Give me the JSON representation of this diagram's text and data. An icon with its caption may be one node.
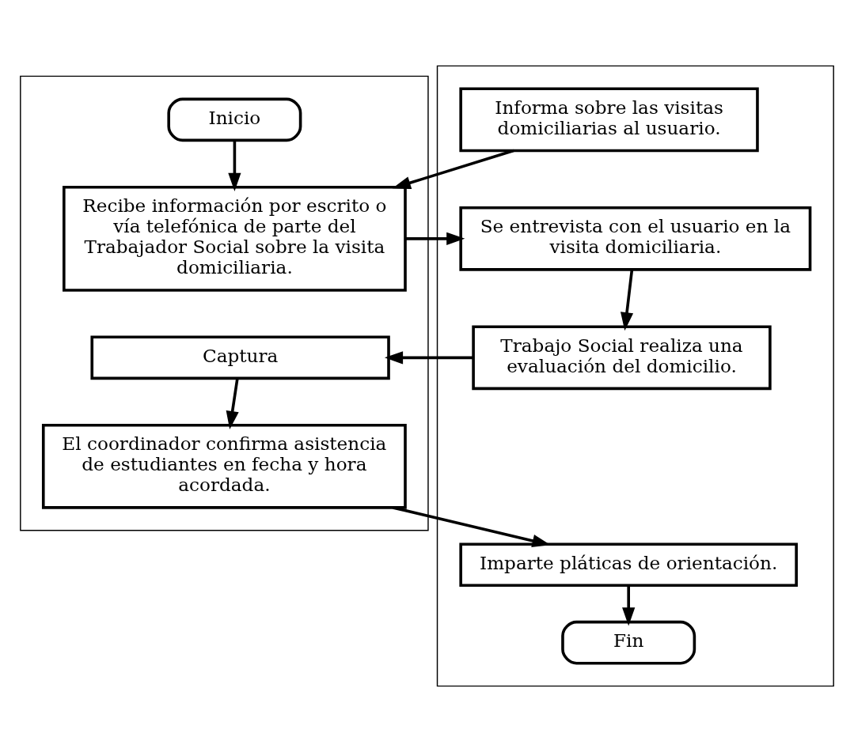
{
  "diagram": {
    "nodes": [
      {
        "text": [],
        "shape": "band"
      },
      {
        "text": [],
        "shape": "band"
      },
      {
        "text": [
          "Inicio"
        ],
        "in": 0
      },
      {
        "text": [
          "Informa sobre las visitas domiciliarias al usuario."
        ],
        "in": 1
      },
      {
        "text": [
          "Recibe información por escrito o vía telefónica de parte del Trabajador Social sobre la visita domiciliaria."
        ],
        "in": 0
      },
      {
        "text": [
          "Se entrevista con el usuario en la visita domiciliaria."
        ],
        "in": 1
      },
      {
        "text": [
          "Captura"
        ],
        "in": 0
      },
      {
        "text": [
          "Trabajo Social realiza una evaluación del domicilio."
        ],
        "in": 1
      },
      {
        "text": [
          "El coordinador confirma asistencia de estudiantes en fecha y hora acordada."
        ],
        "in": 0
      },
      {
        "text": [
          "Imparte pláticas de orientación."
        ],
        "in": 1
      },
      {
        "text": [
          "Fin"
        ],
        "in": 1
      }
    ],
    "edges": [
      {
        "from": 2,
        "to": 4,
        "arrow": "to"
      },
      {
        "from": 3,
        "to": 4,
        "arrow": "to"
      },
      {
        "from": 4,
        "to": 5,
        "arrow": "to"
      },
      {
        "from": 5,
        "to": 7,
        "arrow": "to"
      },
      {
        "from": 7,
        "to": 6,
        "arrow": "to"
      },
      {
        "from": 6,
        "to": 8,
        "arrow": "to"
      },
      {
        "from": 8,
        "to": 9,
        "arrow": "to"
      },
      {
        "from": 9,
        "to": 10,
        "arrow": "to"
      }
    ]
  }
}
